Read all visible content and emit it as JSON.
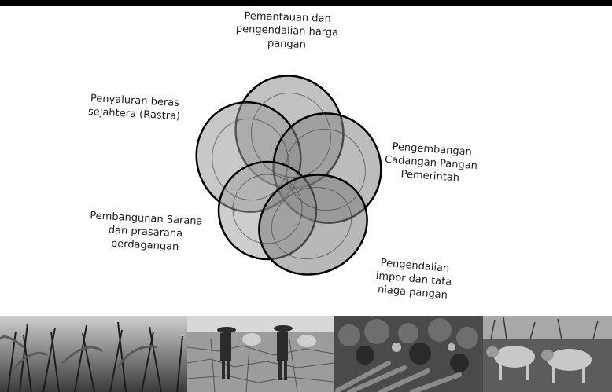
{
  "diagram": {
    "labels": {
      "top": "Pemantauan dan\npengendalian harga\npangan",
      "left": "Penyaluran beras\nsejahtera (Rastra)",
      "right": "Pengembangan\nCadangan Pangan\nPemerintah",
      "bottom_left": "Pembangunan Sarana\ndan prasarana\nperdagangan",
      "bottom_right": "Pengendalian\nimpor dan tata\nniaga pangan"
    },
    "ellipse_fills": [
      "#8f8f8f",
      "#9a9a9a",
      "#858585",
      "#7e7e7e",
      "#a4a4a4"
    ]
  },
  "photos": [
    {
      "name": "corn-field-photo"
    },
    {
      "name": "drought-farmers-photo"
    },
    {
      "name": "vegetables-photo"
    },
    {
      "name": "cattle-photo"
    }
  ]
}
